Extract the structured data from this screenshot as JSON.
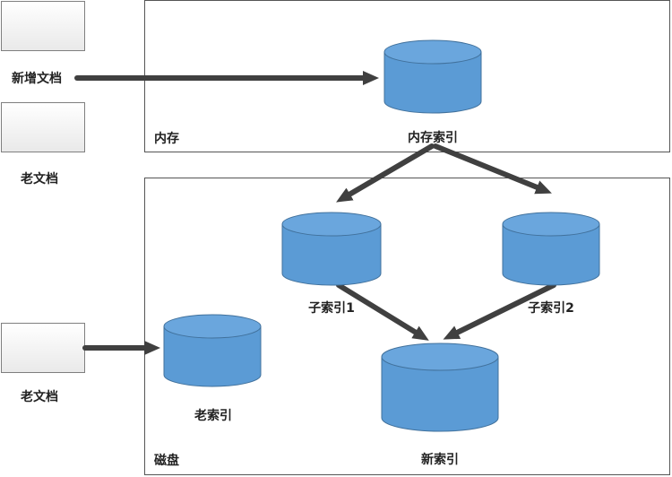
{
  "documents": {
    "new_label": "新增文档",
    "old_label_top": "老文档",
    "old_label_bottom": "老文档"
  },
  "memory": {
    "zone_label": "内存",
    "index_label": "内存索引"
  },
  "disk": {
    "zone_label": "磁盘",
    "sub_index_1": "子索引1",
    "sub_index_2": "子索引2",
    "old_index": "老索引",
    "new_index": "新索引"
  },
  "colors": {
    "cylinder_fill": "#5b9bd5",
    "cylinder_stroke": "#41719c",
    "arrow": "#404040"
  }
}
